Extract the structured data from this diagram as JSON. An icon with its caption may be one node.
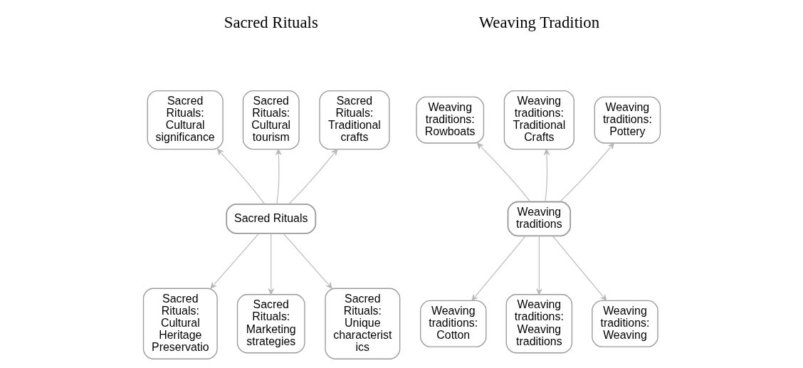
{
  "diagram": {
    "nodes": [
      {
        "text": [
          "Sacred Rituals: Cultural significance"
        ]
      },
      {
        "text": [
          "Sacred Rituals: Cultural tourism"
        ]
      },
      {
        "text": [
          "Sacred Rituals: Traditional crafts"
        ]
      },
      {
        "text": [
          "Sacred Rituals"
        ]
      },
      {
        "text": [
          "Sacred Rituals: Cultural Heritage Preservatio"
        ]
      },
      {
        "text": [
          "Sacred Rituals: Marketing strategies"
        ]
      },
      {
        "text": [
          "Sacred Rituals: Unique characterist ics"
        ]
      },
      {
        "text": [
          "Weaving traditions: Rowboats"
        ]
      },
      {
        "text": [
          "Weaving traditions: Traditional Crafts"
        ]
      },
      {
        "text": [
          "Weaving traditions: Pottery"
        ]
      },
      {
        "text": [
          "Weaving traditions"
        ]
      },
      {
        "text": [
          "Weaving traditions: Cotton"
        ]
      },
      {
        "text": [
          "Weaving traditions: Weaving traditions"
        ]
      },
      {
        "text": [
          "Weaving traditions: Weaving"
        ]
      }
    ],
    "edges": [
      {
        "from": 3,
        "to": 0,
        "arrow": "to"
      },
      {
        "from": 3,
        "to": 1,
        "arrow": "to"
      },
      {
        "from": 3,
        "to": 2,
        "arrow": "to"
      },
      {
        "from": 3,
        "to": 4,
        "arrow": "to"
      },
      {
        "from": 3,
        "to": 5,
        "arrow": "to"
      },
      {
        "from": 3,
        "to": 6,
        "arrow": "to"
      },
      {
        "from": 10,
        "to": 7,
        "arrow": "to"
      },
      {
        "from": 10,
        "to": 8,
        "arrow": "to"
      },
      {
        "from": 10,
        "to": 9,
        "arrow": "to"
      },
      {
        "from": 10,
        "to": 11,
        "arrow": "to"
      },
      {
        "from": 10,
        "to": 12,
        "arrow": "to"
      },
      {
        "from": 10,
        "to": 13,
        "arrow": "to"
      }
    ],
    "labels": [
      "Sacred Rituals",
      "Weaving Tradition"
    ]
  }
}
